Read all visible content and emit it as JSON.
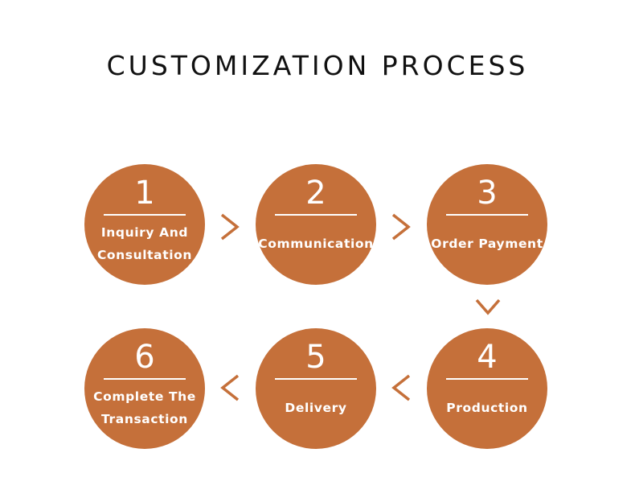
{
  "title": "CUSTOMIZATION PROCESS",
  "colors": {
    "circle_fill": "#C5703A",
    "arrow_stroke": "#C5703A",
    "text_on_circle": "#FFFFFF",
    "title_text": "#111111"
  },
  "steps": [
    {
      "number": "1",
      "label_lines": [
        "Inquiry And",
        "Consultation"
      ]
    },
    {
      "number": "2",
      "label_lines": [
        "Communication"
      ]
    },
    {
      "number": "3",
      "label_lines": [
        "Order Payment"
      ]
    },
    {
      "number": "4",
      "label_lines": [
        "Production"
      ]
    },
    {
      "number": "5",
      "label_lines": [
        "Delivery"
      ]
    },
    {
      "number": "6",
      "label_lines": [
        "Complete The",
        "Transaction"
      ]
    }
  ],
  "arrows": [
    {
      "from": "1",
      "to": "2",
      "icon": "chevron-right-icon"
    },
    {
      "from": "2",
      "to": "3",
      "icon": "chevron-right-icon"
    },
    {
      "from": "3",
      "to": "4",
      "icon": "chevron-down-icon"
    },
    {
      "from": "4",
      "to": "5",
      "icon": "chevron-left-icon"
    },
    {
      "from": "5",
      "to": "6",
      "icon": "chevron-left-icon"
    }
  ]
}
